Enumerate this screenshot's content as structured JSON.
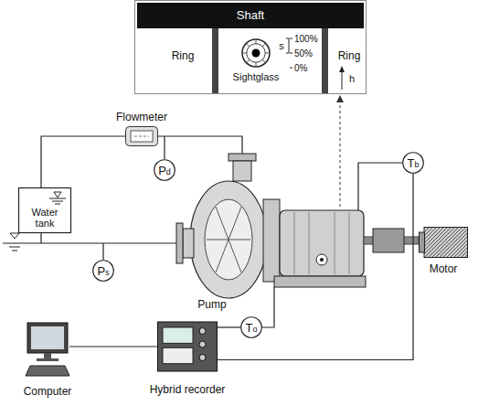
{
  "diagram": {
    "nodes": [
      {
        "text": [
          "Shaft"
        ]
      },
      {
        "text": [
          "Sightglass"
        ]
      },
      {
        "text": [
          "Flowmeter"
        ]
      },
      {
        "text": [
          "Pd"
        ]
      },
      {
        "text": [
          "Water tank"
        ]
      },
      {
        "text": [
          "Tb"
        ]
      },
      {
        "text": [
          "Ps"
        ]
      },
      {
        "text": [
          "Motor"
        ]
      },
      {
        "text": [
          "To"
        ]
      },
      {
        "text": [
          "Computer"
        ]
      },
      {
        "text": [
          "Hybrid recorder"
        ]
      }
    ],
    "edges": [
      {
        "from": 4,
        "to": 2,
        "arrow": "none"
      },
      {
        "from": 9,
        "to": 10,
        "arrow": "none"
      },
      {
        "from": 10,
        "to": 8,
        "arrow": "none"
      },
      {
        "from": 10,
        "to": 5,
        "arrow": "none"
      }
    ],
    "labels": [
      "Ring",
      "s",
      "100%",
      "50%",
      "0%",
      "Ring",
      "h",
      "Pump"
    ]
  }
}
